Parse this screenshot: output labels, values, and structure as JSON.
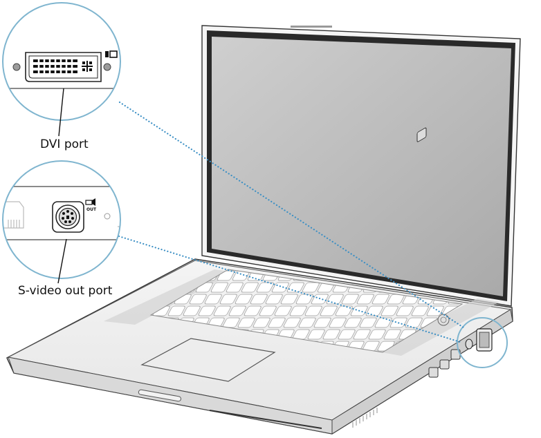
{
  "callouts": {
    "dvi": {
      "label": "DVI port"
    },
    "svideo": {
      "label": "S-video out port",
      "port_text": "OUT"
    }
  },
  "colors": {
    "circle_stroke": "#7fb5cf",
    "leader_dots": "#3b8fc4",
    "screen_fill": "#b9b9b9",
    "bezel": "#2b2b2b"
  },
  "icons": [
    "display-icon",
    "video-out-icon",
    "dvi-connector-icon",
    "svideo-connector-icon",
    "ethernet-port-icon"
  ]
}
